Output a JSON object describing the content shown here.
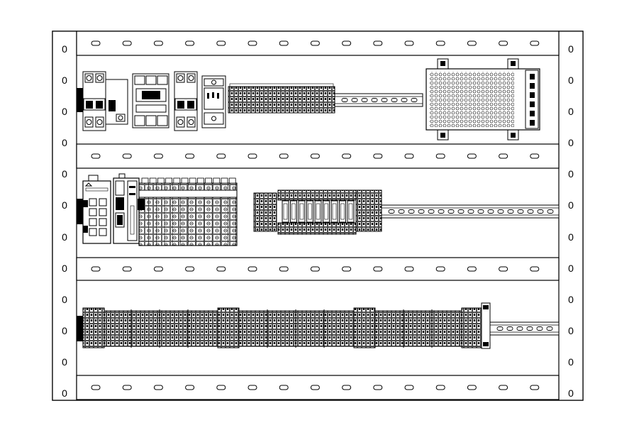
{
  "drawing": {
    "title": "",
    "line_color": "#000000",
    "background": "#ffffff",
    "side_slot_glyph": "0",
    "rows": [
      {
        "name": "row-1",
        "devices": [
          "breaker-2p",
          "contactor",
          "breaker-2p",
          "socket-outlet",
          "terminal-block-group",
          "din-rail-gap",
          "power-supply"
        ]
      },
      {
        "name": "row-2",
        "devices": [
          "network-switch",
          "plc-cpu",
          "io-module-bank",
          "terminal-block-group",
          "relay-bank",
          "terminal-block-group",
          "din-rail-gap"
        ]
      },
      {
        "name": "row-3",
        "devices": [
          "terminal-block-group",
          "terminal-block-group",
          "terminal-block-group",
          "terminal-block-group",
          "terminal-block-group",
          "terminal-block-group",
          "terminal-block-group",
          "terminal-block-group",
          "terminal-block-group",
          "terminal-block-group",
          "terminal-block-group",
          "terminal-block-group",
          "end-stop",
          "din-rail-gap"
        ]
      }
    ],
    "ducts": 4
  }
}
